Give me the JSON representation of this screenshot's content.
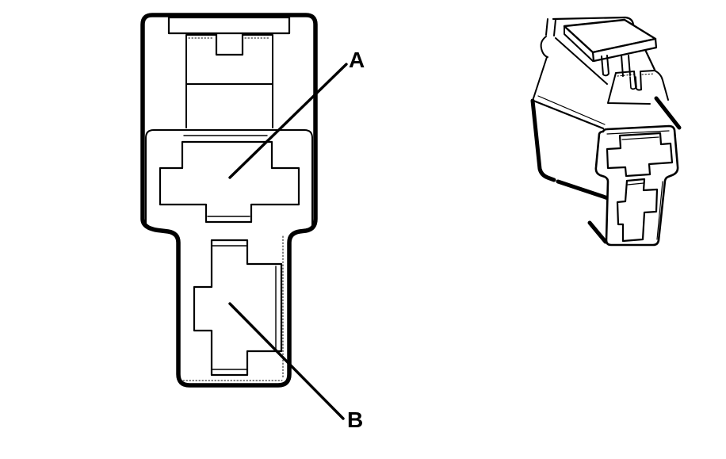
{
  "figure": {
    "type": "technical-line-drawing",
    "background_color": "#ffffff",
    "line_color": "#000000",
    "views": [
      {
        "id": "front-view",
        "name": "connector-face-view"
      },
      {
        "id": "iso-view",
        "name": "connector-perspective-view"
      }
    ],
    "callouts": [
      {
        "id": "A",
        "label": "A"
      },
      {
        "id": "B",
        "label": "B"
      }
    ]
  }
}
